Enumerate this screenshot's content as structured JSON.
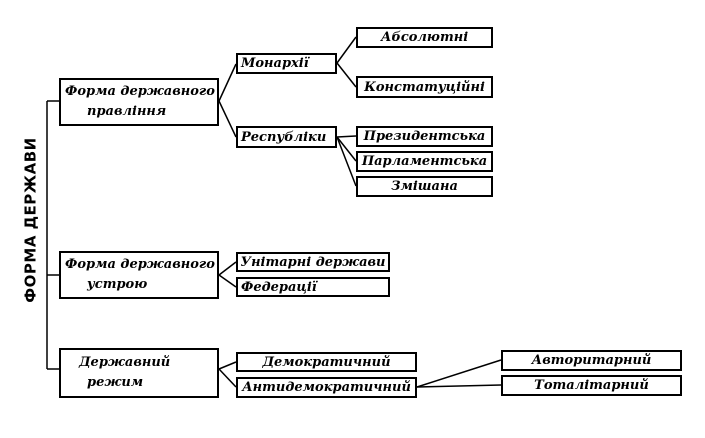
{
  "title": "ФОРМА ДЕРЖАВИ",
  "forma_pravlinnia": {
    "line1": "Форма державного",
    "line2": "правління",
    "monarkhii": "Монархії",
    "monarkhii_types": [
      "Абсолютні",
      "Констатуційні"
    ],
    "respubliky": "Республіки",
    "respubliky_types": [
      "Президентська",
      "Парламентська",
      "Змішана"
    ]
  },
  "forma_ustroiu": {
    "line1": "Форма державного",
    "line2": "устрою",
    "types": [
      "Унітарні держави",
      "Федерації"
    ]
  },
  "rezhym": {
    "line1": "Державний",
    "line2": "режим",
    "types": [
      "Демократичний",
      "Антидемократичний"
    ],
    "antidem_types": [
      "Авторитарний",
      "Тоталітарний"
    ]
  }
}
